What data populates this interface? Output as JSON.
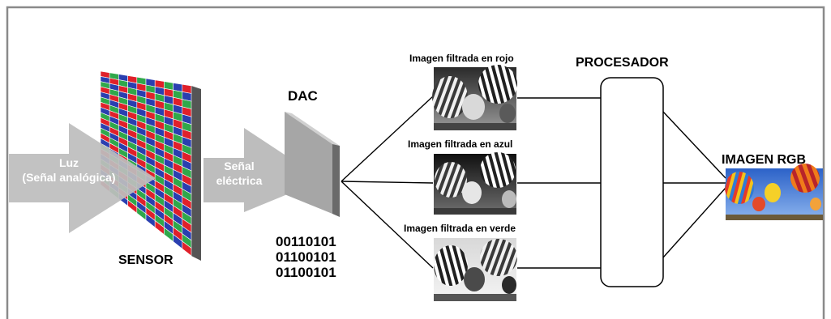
{
  "labels": {
    "light_line1": "Luz",
    "light_line2": "(Señal analógica)",
    "signal_line1": "Señal",
    "signal_line2": "eléctrica",
    "sensor": "SENSOR",
    "dac": "DAC",
    "binary": [
      "00110101",
      "01100101",
      "01100101"
    ],
    "img_red": "Imagen filtrada en rojo",
    "img_blue": "Imagen filtrada en azul",
    "img_green": "Imagen filtrada en verde",
    "processor": "PROCESADOR",
    "rgb": "IMAGEN RGB"
  },
  "colors": {
    "frame": "#8a8a8a",
    "arrow": "#bdbdbd",
    "sensor_red": "#e0202a",
    "sensor_green": "#2fa84a",
    "sensor_blue": "#2a3fb0",
    "line": "#000000"
  },
  "icons": [
    "sensor-grid-icon",
    "dac-plate-icon",
    "balloon-photo-icon"
  ]
}
